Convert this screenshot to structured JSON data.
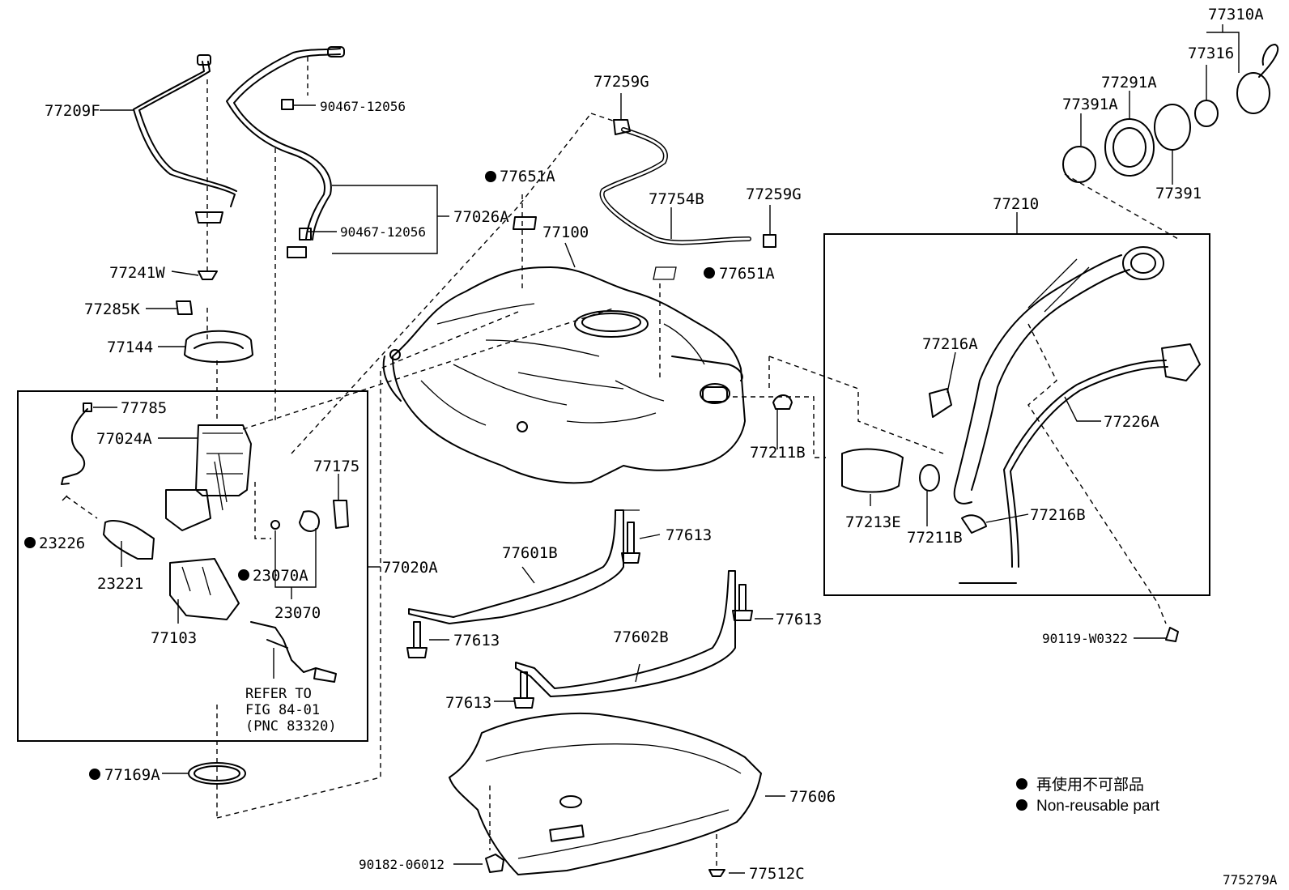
{
  "diagram": {
    "figure_number": "775279A",
    "legend": {
      "marker_meaning_ja": "再使用不可部品",
      "marker_meaning_en": "Non-reusable part"
    },
    "reference_note": {
      "line1": "REFER TO",
      "line2": "FIG 84-01",
      "line3": "(PNC 83320)"
    },
    "parts": [
      {
        "id": "77310A",
        "label": "77310A",
        "non_reusable": false
      },
      {
        "id": "77316",
        "label": "77316",
        "non_reusable": false
      },
      {
        "id": "77291A",
        "label": "77291A",
        "non_reusable": false
      },
      {
        "id": "77391A",
        "label": "77391A",
        "non_reusable": false
      },
      {
        "id": "77391",
        "label": "77391",
        "non_reusable": false
      },
      {
        "id": "77259G_top",
        "label": "77259G",
        "non_reusable": false
      },
      {
        "id": "77259G_right",
        "label": "77259G",
        "non_reusable": false
      },
      {
        "id": "77754B",
        "label": "77754B",
        "non_reusable": false
      },
      {
        "id": "77651A_left",
        "label": "77651A",
        "non_reusable": true
      },
      {
        "id": "77651A_right",
        "label": "77651A",
        "non_reusable": true
      },
      {
        "id": "77100",
        "label": "77100",
        "non_reusable": false
      },
      {
        "id": "77210",
        "label": "77210",
        "non_reusable": false
      },
      {
        "id": "77209F",
        "label": "77209F",
        "non_reusable": false
      },
      {
        "id": "90467-12056_top",
        "label": "90467-12056",
        "non_reusable": false
      },
      {
        "id": "90467-12056_bottom",
        "label": "90467-12056",
        "non_reusable": false
      },
      {
        "id": "77026A",
        "label": "77026A",
        "non_reusable": false
      },
      {
        "id": "77241W",
        "label": "77241W",
        "non_reusable": false
      },
      {
        "id": "77285K",
        "label": "77285K",
        "non_reusable": false
      },
      {
        "id": "77144",
        "label": "77144",
        "non_reusable": false
      },
      {
        "id": "77785",
        "label": "77785",
        "non_reusable": false
      },
      {
        "id": "77024A",
        "label": "77024A",
        "non_reusable": false
      },
      {
        "id": "77175",
        "label": "77175",
        "non_reusable": false
      },
      {
        "id": "23226",
        "label": "23226",
        "non_reusable": true
      },
      {
        "id": "23221",
        "label": "23221",
        "non_reusable": false
      },
      {
        "id": "23070A",
        "label": "23070A",
        "non_reusable": true
      },
      {
        "id": "23070",
        "label": "23070",
        "non_reusable": false
      },
      {
        "id": "77103",
        "label": "77103",
        "non_reusable": false
      },
      {
        "id": "77020A",
        "label": "77020A",
        "non_reusable": false
      },
      {
        "id": "77169A",
        "label": "77169A",
        "non_reusable": true
      },
      {
        "id": "77216A",
        "label": "77216A",
        "non_reusable": false
      },
      {
        "id": "77226A",
        "label": "77226A",
        "non_reusable": false
      },
      {
        "id": "77211B_top",
        "label": "77211B",
        "non_reusable": false
      },
      {
        "id": "77211B_bottom",
        "label": "77211B",
        "non_reusable": false
      },
      {
        "id": "77213E",
        "label": "77213E",
        "non_reusable": false
      },
      {
        "id": "77216B",
        "label": "77216B",
        "non_reusable": false
      },
      {
        "id": "90119-W0322",
        "label": "90119-W0322",
        "non_reusable": false
      },
      {
        "id": "77601B",
        "label": "77601B",
        "non_reusable": false
      },
      {
        "id": "77613_a",
        "label": "77613",
        "non_reusable": false
      },
      {
        "id": "77613_b",
        "label": "77613",
        "non_reusable": false
      },
      {
        "id": "77613_c",
        "label": "77613",
        "non_reusable": false
      },
      {
        "id": "77613_d",
        "label": "77613",
        "non_reusable": false
      },
      {
        "id": "77602B",
        "label": "77602B",
        "non_reusable": false
      },
      {
        "id": "77606",
        "label": "77606",
        "non_reusable": false
      },
      {
        "id": "90182-06012",
        "label": "90182-06012",
        "non_reusable": false
      },
      {
        "id": "77512C",
        "label": "77512C",
        "non_reusable": false
      }
    ]
  }
}
